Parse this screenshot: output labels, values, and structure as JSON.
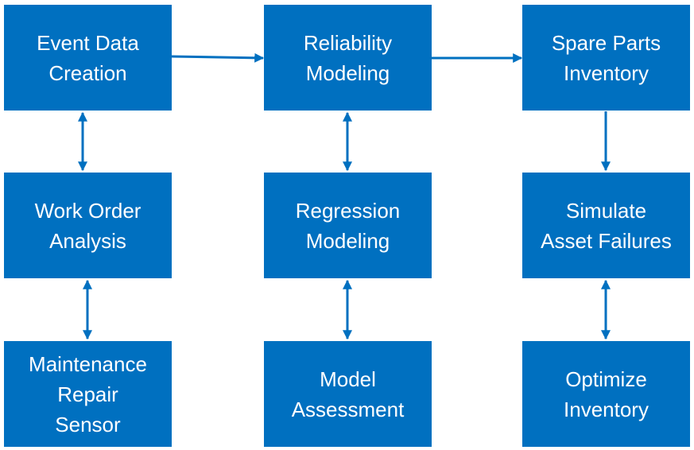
{
  "colors": {
    "box": "#0070c0",
    "text": "#ffffff",
    "arrow": "#0070c0"
  },
  "boxes": {
    "event_data_creation": [
      "Event Data",
      "Creation"
    ],
    "work_order_analysis": [
      "Work Order",
      "Analysis"
    ],
    "maintenance_repair_sensor": [
      "Maintenance",
      "Repair",
      "Sensor"
    ],
    "reliability_modeling": [
      "Reliability",
      "Modeling"
    ],
    "regression_modeling": [
      "Regression",
      "Modeling"
    ],
    "model_assessment": [
      "Model",
      "Assessment"
    ],
    "spare_parts_inventory": [
      "Spare Parts",
      "Inventory"
    ],
    "simulate_asset_failures": [
      "Simulate",
      "Asset Failures"
    ],
    "optimize_inventory": [
      "Optimize",
      "Inventory"
    ]
  },
  "connections": [
    {
      "from": "event_data_creation",
      "to": "reliability_modeling",
      "direction": "forward"
    },
    {
      "from": "reliability_modeling",
      "to": "spare_parts_inventory",
      "direction": "forward"
    },
    {
      "from": "event_data_creation",
      "to": "work_order_analysis",
      "direction": "both"
    },
    {
      "from": "work_order_analysis",
      "to": "maintenance_repair_sensor",
      "direction": "both"
    },
    {
      "from": "reliability_modeling",
      "to": "regression_modeling",
      "direction": "both"
    },
    {
      "from": "regression_modeling",
      "to": "model_assessment",
      "direction": "both"
    },
    {
      "from": "spare_parts_inventory",
      "to": "simulate_asset_failures",
      "direction": "forward"
    },
    {
      "from": "simulate_asset_failures",
      "to": "optimize_inventory",
      "direction": "both"
    }
  ]
}
